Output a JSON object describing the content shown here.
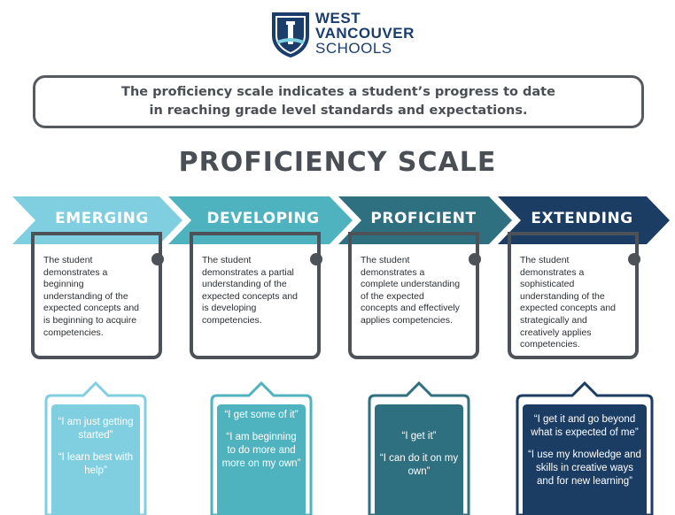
{
  "logo": {
    "line1": "WEST",
    "line2": "VANCOUVER",
    "line3": "SCHOOLS"
  },
  "intro": {
    "line1": "The proficiency scale indicates a student’s progress to date",
    "line2": "in reaching grade level standards and expectations."
  },
  "title": "PROFICIENCY SCALE",
  "colors": {
    "emerging": "#7fcfe0",
    "developing": "#4fb3bf",
    "proficient": "#2e6f80",
    "extending": "#1c3d63",
    "border": "#4d5258"
  },
  "levels": [
    {
      "label": "EMERGING",
      "description": "The student demonstrates a beginning understanding of the expected concepts and is beginning to acquire competencies.",
      "quote1": "“I am just getting started”",
      "quote2": "“I learn best with help”"
    },
    {
      "label": "DEVELOPING",
      "description": "The student demonstrates a partial understanding of the expected concepts and is developing competencies.",
      "quote1": "“I get some of it”",
      "quote2": "“I am beginning to do more and more on my own”"
    },
    {
      "label": "PROFICIENT",
      "description": "The student demonstrates a complete understanding of the expected  concepts and effectively applies competencies.",
      "quote1": "“I get it”",
      "quote2": "“I can do it on my own”"
    },
    {
      "label": "EXTENDING",
      "description": "The student demonstrates a sophisticated understanding of the expected concepts and strategically and creatively applies competencies.",
      "quote1": "“I get it and go beyond what is expected of me”",
      "quote2": "“I use my knowledge and skills in creative ways and for new learning”"
    }
  ]
}
